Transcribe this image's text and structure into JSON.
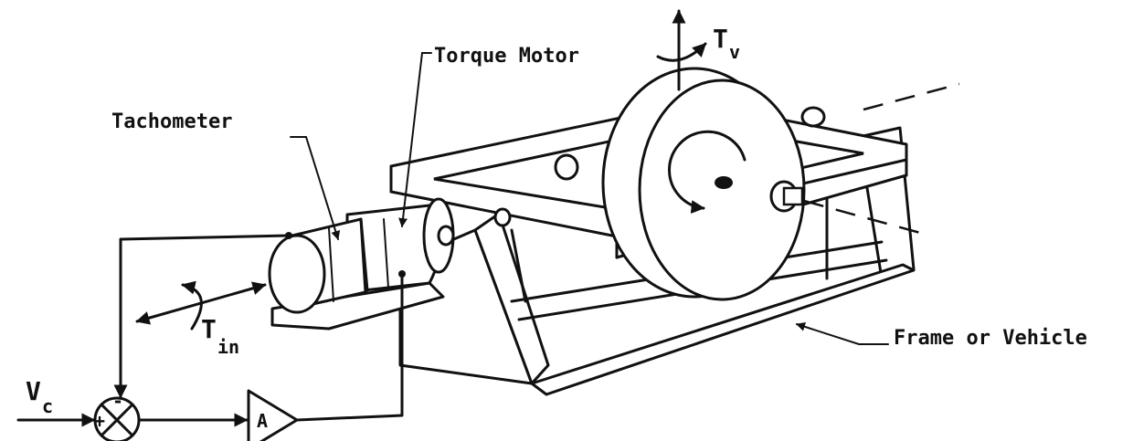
{
  "labels": {
    "torque_motor": "Torque Motor",
    "tachometer": "Tachometer",
    "frame_or_vehicle": "Frame or Vehicle",
    "t_v_main": "T",
    "t_v_sub": "v",
    "t_in_main": "T",
    "t_in_sub": "in",
    "v_c_main": "V",
    "v_c_sub": "c",
    "amplifier": "A",
    "summer_plus": "+",
    "summer_minus": "-"
  },
  "colors": {
    "ink": "#111111",
    "paper": "#ffffff"
  }
}
